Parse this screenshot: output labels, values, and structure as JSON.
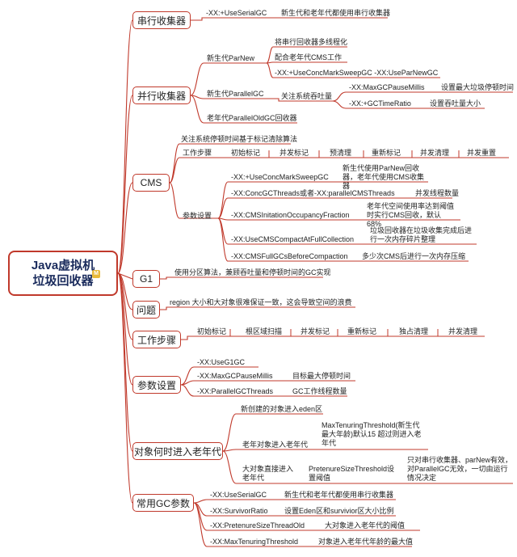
{
  "root": {
    "line1": "Java虚拟机",
    "line2": "垃圾回收器",
    "badge": "M"
  },
  "serial": {
    "title": "串行收集器",
    "flag": "-XX:+UseSerialGC",
    "desc": "新生代和老年代都使用串行收集器"
  },
  "parallel": {
    "title": "并行收集器",
    "parnew": {
      "label": "新生代ParNew",
      "items": [
        "将串行回收器多线程化",
        "配合老年代CMS工作",
        "-XX:+UseConcMarkSweepGC -XX:UseParNewGC"
      ]
    },
    "parallelgc": {
      "label": "新生代ParallelGC",
      "focus": "关注系统吞吐量",
      "flag1": "-XX:MaxGCPauseMillis",
      "desc1": "设置最大垃圾停顿时间",
      "flag2": "-XX:+GCTimeRatio",
      "desc2": "设置吞吐量大小"
    },
    "oldgc": "老年代ParallelOldGC回收器"
  },
  "cms": {
    "title": "CMS",
    "focus": "关注系统停顿时间基于标记清除算法",
    "steps_label": "工作步骤",
    "steps": [
      "初始标记",
      "并发标记",
      "预清理",
      "重新标记",
      "并发清理",
      "并发重置"
    ],
    "params_label": "参数设置",
    "params": [
      {
        "flag": "-XX:+UseConcMarkSweepGC",
        "desc": "新生代使用ParNew回收器，老年代使用CMS收集器"
      },
      {
        "flag": "-XX:ConcGCThreads或者-XX:parallelCMSThreads",
        "desc": "并发线程数量"
      },
      {
        "flag": "-XX:CMSInitationOccupancyFraction",
        "desc": "老年代空间使用率达到阈值时实行CMS回收，默认68%"
      },
      {
        "flag": "-XX:UseCMSCompactAtFullCollection",
        "desc": "垃圾回收器在垃圾收集完成后进行一次内存碎片整理"
      },
      {
        "flag": "-XX:CMSFullGCsBeforeCompaction",
        "desc": "多少次CMS后进行一次内存压缩"
      }
    ]
  },
  "g1": {
    "title": "G1",
    "desc": "使用分区算法，兼顾吞吐量和停顿时间的GC实现"
  },
  "problem": {
    "title": "问题",
    "desc": "region 大小和大对象很难保证一致，这会导致空间的浪费"
  },
  "workflow": {
    "title": "工作步骤",
    "steps": [
      "初始标记",
      "根区域扫描",
      "并发标记",
      "重新标记",
      "独占清理",
      "并发清理"
    ]
  },
  "g1params": {
    "title": "参数设置",
    "flag0": "-XX:UseG1GC",
    "flag1": "-XX:MaxGCPauseMillis",
    "desc1": "目标最大停顿时间",
    "flag2": "-XX:ParallelGCThreads",
    "desc2": "GC工作线程数量"
  },
  "oldgen": {
    "title": "对象何时进入老年代",
    "eden": "新创建的对象进入eden区",
    "age_label": "老年对象进入老年代",
    "age_desc": "MaxTenuringThreshold(新生代最大年龄)默认15 超过则进入老年代",
    "big_label": "大对象直接进入老年代",
    "big_flag": "PretenureSizeThreshold设置阈值",
    "big_desc": "只对串行收集器、parNew有效，对ParallelGC无效，一切由运行情况决定"
  },
  "common": {
    "title": "常用GC参数",
    "items": [
      {
        "flag": "-XX:UseSerialGC",
        "desc": "新生代和老年代都使用串行收集器"
      },
      {
        "flag": "-XX:SurvivorRatio",
        "desc": "设置Eden区和survivior区大小比例"
      },
      {
        "flag": "-XX:PretenureSizeThreadOld",
        "desc": "大对象进入老年代的阈值"
      },
      {
        "flag": "-XX:MaxTenuringThreshold",
        "desc": "对象进入老年代年龄的最大值"
      }
    ]
  }
}
